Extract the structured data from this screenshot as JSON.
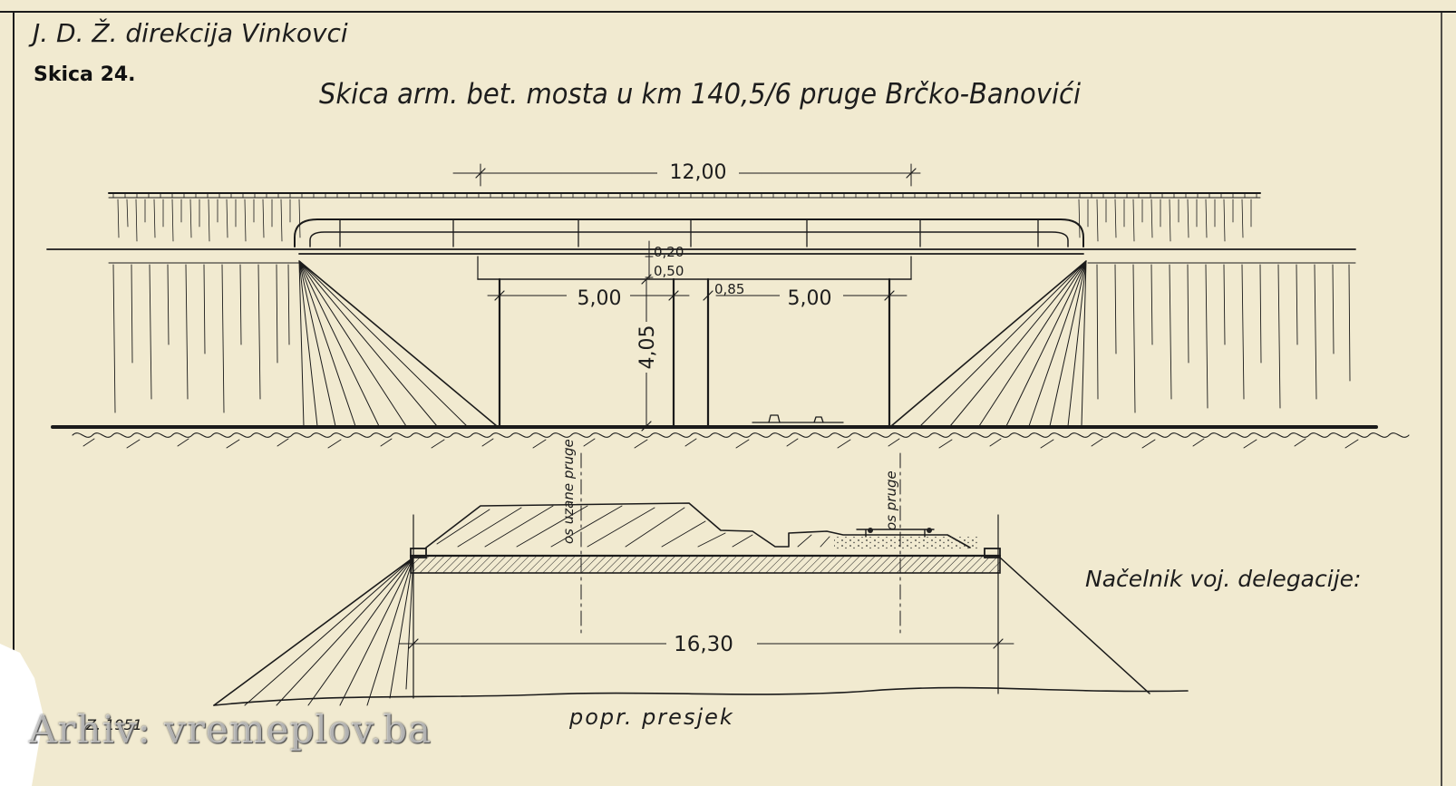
{
  "header": {
    "directorate": "J. D. Ž. direkcija Vinkovci",
    "sketch_label": "Skica 24.",
    "title": "Skica arm. bet. mosta u km 140,5/6 pruge Brčko-Banovići"
  },
  "elevation": {
    "span_total": "12,00",
    "deck_thickness": "0,20",
    "beam_depth": "0,50",
    "left_opening": "5,00",
    "pier_width": "0,85",
    "right_opening": "5,00",
    "clear_height": "4,05"
  },
  "section": {
    "axis_narrow_gauge": "os uzane pruge",
    "axis_track": "os pruge",
    "width": "16,30",
    "caption": "popr. presjek"
  },
  "signature_label": "Načelnik voj. delegacije:",
  "corner_note": "Z. 1951",
  "watermark": "Arhiv: vremeplov.ba"
}
